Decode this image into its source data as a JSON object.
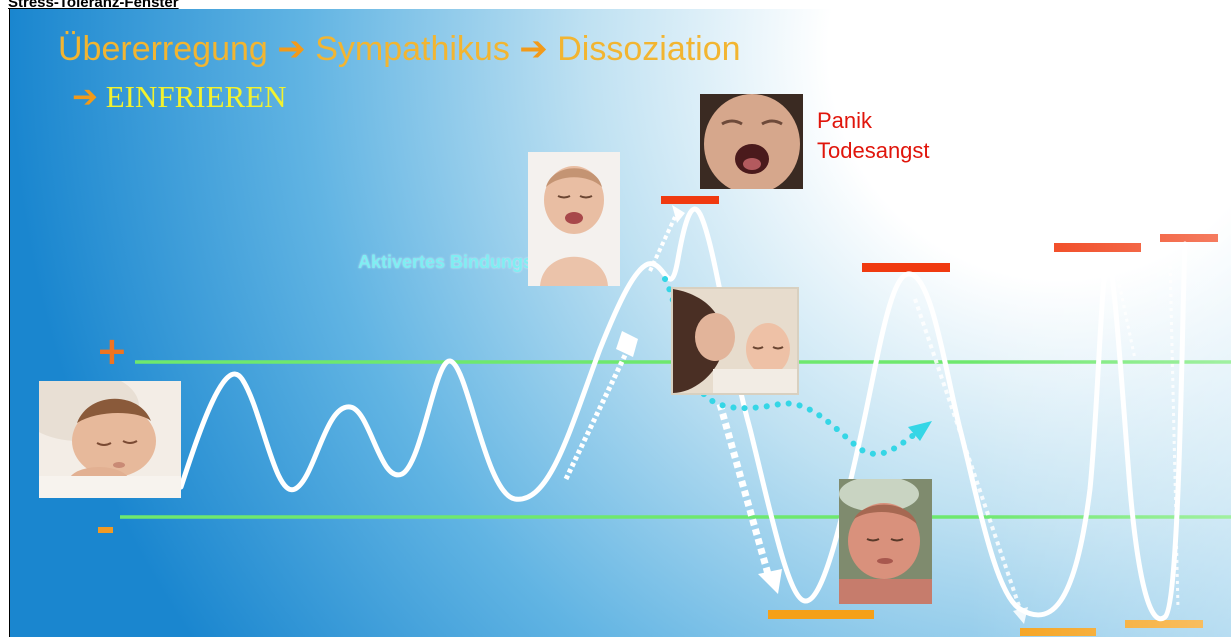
{
  "caption": "Stress-Toleranz-Fenster",
  "title": {
    "part1": "Übererregung",
    "part2": "Sympathikus",
    "part3": "Dissoziation",
    "part4": "EINFRIEREN",
    "arrow": "➔"
  },
  "labels": {
    "panik": "Panik",
    "todesangst": "Todesangst",
    "bindung": "Aktivertes Bindungsbedürfnis",
    "plus": "+"
  },
  "colors": {
    "title": "#f2b531",
    "freeze": "#f3f22e",
    "panic": "#e0150b",
    "bindung": "#7feef2",
    "green_line": "#6ee86e",
    "upper_limit": "#f03a10",
    "lower_limit": "#f5a017",
    "wave": "#ffffff",
    "dots": "#35d6e6",
    "bg_dark": "#1a86cf"
  },
  "images": [
    {
      "name": "sleeping-baby-photo",
      "depicts": "sleeping baby"
    },
    {
      "name": "crying-baby-photo",
      "depicts": "crying baby"
    },
    {
      "name": "screaming-baby-photo",
      "depicts": "screaming baby close-up"
    },
    {
      "name": "mother-baby-photo",
      "depicts": "mother holding baby"
    },
    {
      "name": "newborn-photo",
      "depicts": "newborn baby"
    }
  ]
}
